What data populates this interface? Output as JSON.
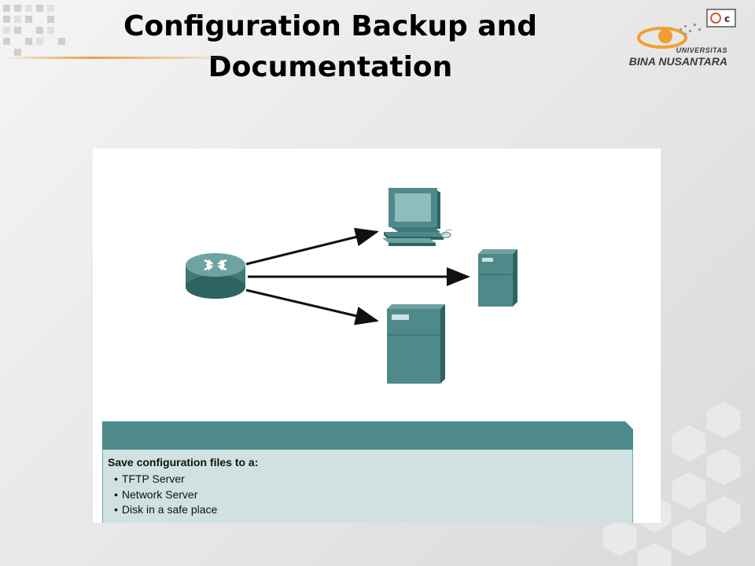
{
  "slide": {
    "title_lines": [
      "Configuration Backup and",
      "Documentation"
    ]
  },
  "logo": {
    "line1": "UNIVERSITAS",
    "line2": "BINA NUSANTARA"
  },
  "diagram": {
    "nodes": [
      {
        "id": "router",
        "icon": "router-icon"
      },
      {
        "id": "workstation",
        "icon": "workstation-icon"
      },
      {
        "id": "small-server",
        "icon": "server-icon"
      },
      {
        "id": "tower-server",
        "icon": "server-icon"
      }
    ],
    "edges": [
      {
        "from": "router",
        "to": "workstation"
      },
      {
        "from": "router",
        "to": "small-server"
      },
      {
        "from": "router",
        "to": "tower-server"
      }
    ],
    "colors": {
      "device_teal": "#4f8a8a",
      "device_dark": "#2e6363",
      "device_light": "#8fbcbc",
      "arrow": "#111111",
      "caption_header": "#4f8a8a",
      "caption_body": "#cfe1e1"
    }
  },
  "caption": {
    "heading": "Save configuration files to a:",
    "items": [
      "TFTP Server",
      "Network Server",
      "Disk in a safe place"
    ]
  }
}
